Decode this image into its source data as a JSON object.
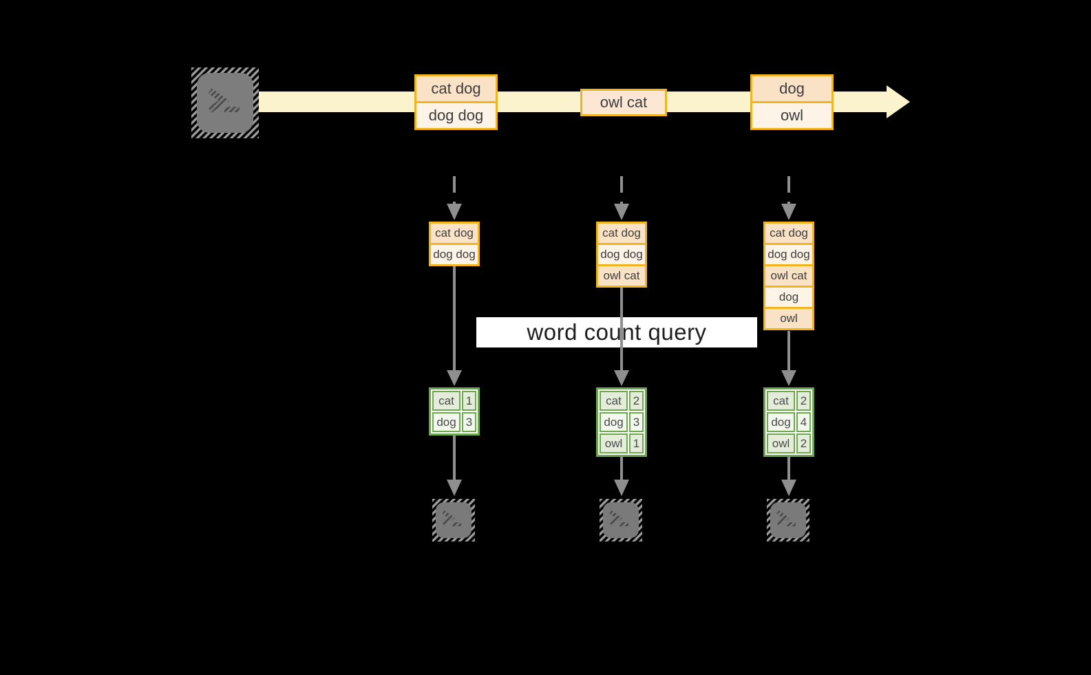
{
  "diagram": {
    "query_label": "word count query",
    "source_icon": "terminal-icon",
    "sink_icon": "terminal-icon",
    "columns": [
      {
        "batch": [
          "cat dog",
          "dog dog"
        ],
        "input_table": [
          "cat dog",
          "dog dog"
        ],
        "result": [
          {
            "word": "cat",
            "count": "1"
          },
          {
            "word": "dog",
            "count": "3"
          }
        ]
      },
      {
        "batch": [
          "owl cat"
        ],
        "input_table": [
          "cat dog",
          "dog dog",
          "owl cat"
        ],
        "result": [
          {
            "word": "cat",
            "count": "2"
          },
          {
            "word": "dog",
            "count": "3"
          },
          {
            "word": "owl",
            "count": "1"
          }
        ]
      },
      {
        "batch": [
          "dog",
          "owl"
        ],
        "input_table": [
          "cat dog",
          "dog dog",
          "owl cat",
          "dog",
          "owl"
        ],
        "result": [
          {
            "word": "cat",
            "count": "2"
          },
          {
            "word": "dog",
            "count": "4"
          },
          {
            "word": "owl",
            "count": "2"
          }
        ]
      }
    ],
    "colors": {
      "background": "#000000",
      "stream_band": "#FBF2CE",
      "batch_border": "#F0B41E",
      "batch_fill_dark": "#FAE2C6",
      "batch_fill_light": "#FDF3E6",
      "result_border": "#6CA94D",
      "result_fill_dark": "#E4EDDA",
      "result_fill_light": "#F3F8EF",
      "connector_gray": "#8F8F8F",
      "terminal_gray": "#7D7D7D",
      "banner_background": "#FFFFFF",
      "text": "#3D3D3D"
    }
  }
}
